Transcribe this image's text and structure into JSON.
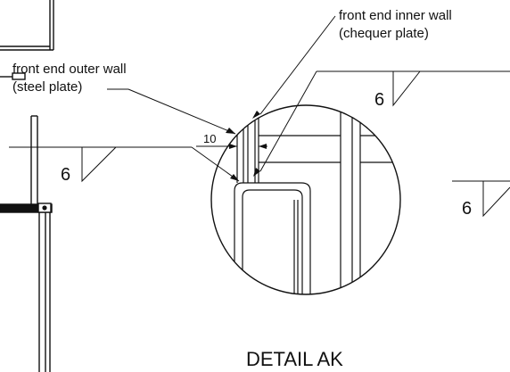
{
  "labels": {
    "inner_wall_line1": "front end inner wall",
    "inner_wall_line2": "(chequer plate)",
    "outer_wall_line1": "front end outer wall",
    "outer_wall_line2": "(steel plate)",
    "dimension": "10",
    "detail_title": "DETAIL AK"
  },
  "weld_symbols": {
    "upper": "6",
    "left": "6",
    "right": "6"
  }
}
